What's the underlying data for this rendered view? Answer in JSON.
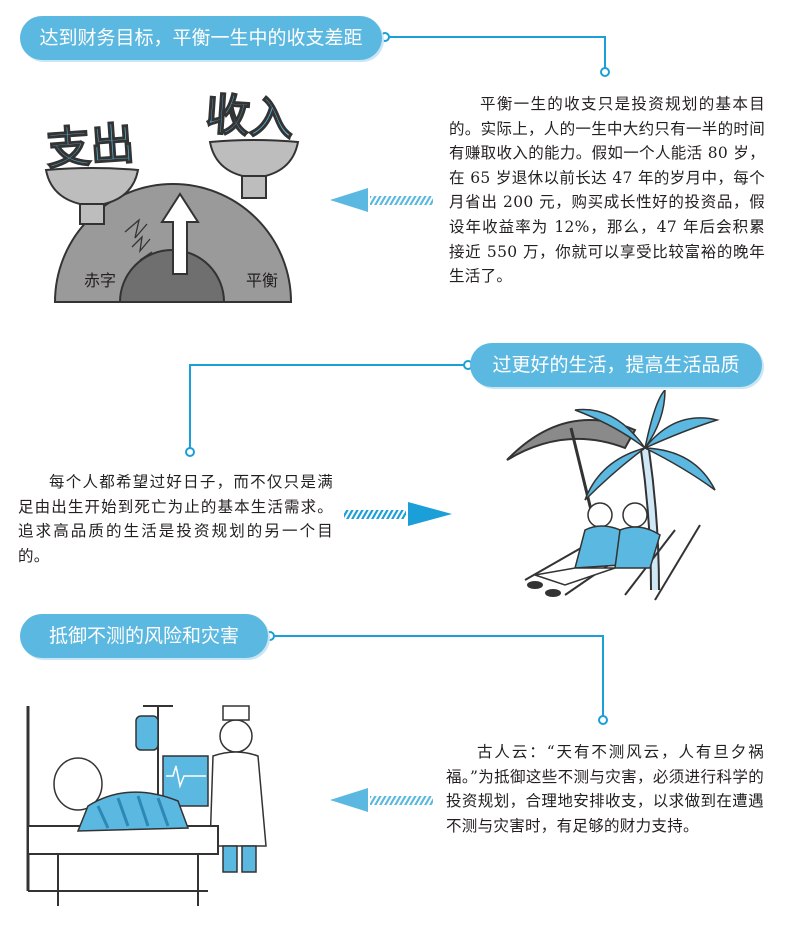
{
  "sections": [
    {
      "heading": "达到财务目标，平衡一生中的收支差距",
      "body": "平衡一生的收支只是投资规划的基本目的。实际上，人的一生中大约只有一半的时间有赚取收入的能力。假如一个人能活 80 岁，在 65 岁退休以前长达 47 年的岁月中，每个月省出 200 元，购买成长性好的投资品，假设年收益率为 12%，那么，47 年后会积累接近 550 万，你就可以享受比较富裕的晚年生活了。",
      "illustration": {
        "label_left": "赤字",
        "label_right": "平衡",
        "sign_left": "支出",
        "sign_right": "收入"
      }
    },
    {
      "heading": "过更好的生活，提高生活品质",
      "body": "每个人都希望过好日子，而不仅只是满足由出生开始到死亡为止的基本生活需求。追求高品质的生活是投资规划的另一个目的。"
    },
    {
      "heading": "抵御不测的风险和灾害",
      "body": "古人云：“天有不测风云，人有旦夕祸福。”为抵御这些不测与灾害，必须进行科学的投资规划，合理地安排收支，以求做到在遭遇不测与灾害时，有足够的财力支持。"
    }
  ],
  "colors": {
    "accent": "#5bb8e0",
    "line": "#1a9fd8",
    "text": "#231f20"
  }
}
